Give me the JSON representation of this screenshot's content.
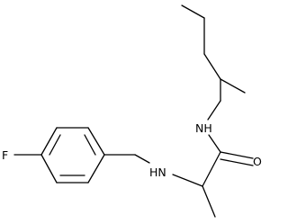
{
  "molecule": {
    "atoms": {
      "fluorine": "F",
      "secondary_amine": "HN",
      "amide_nitrogen": "NH",
      "carbonyl_oxygen": "O"
    },
    "colors": {
      "bond": "#000000",
      "label": "#000000",
      "background": "#ffffff"
    }
  }
}
